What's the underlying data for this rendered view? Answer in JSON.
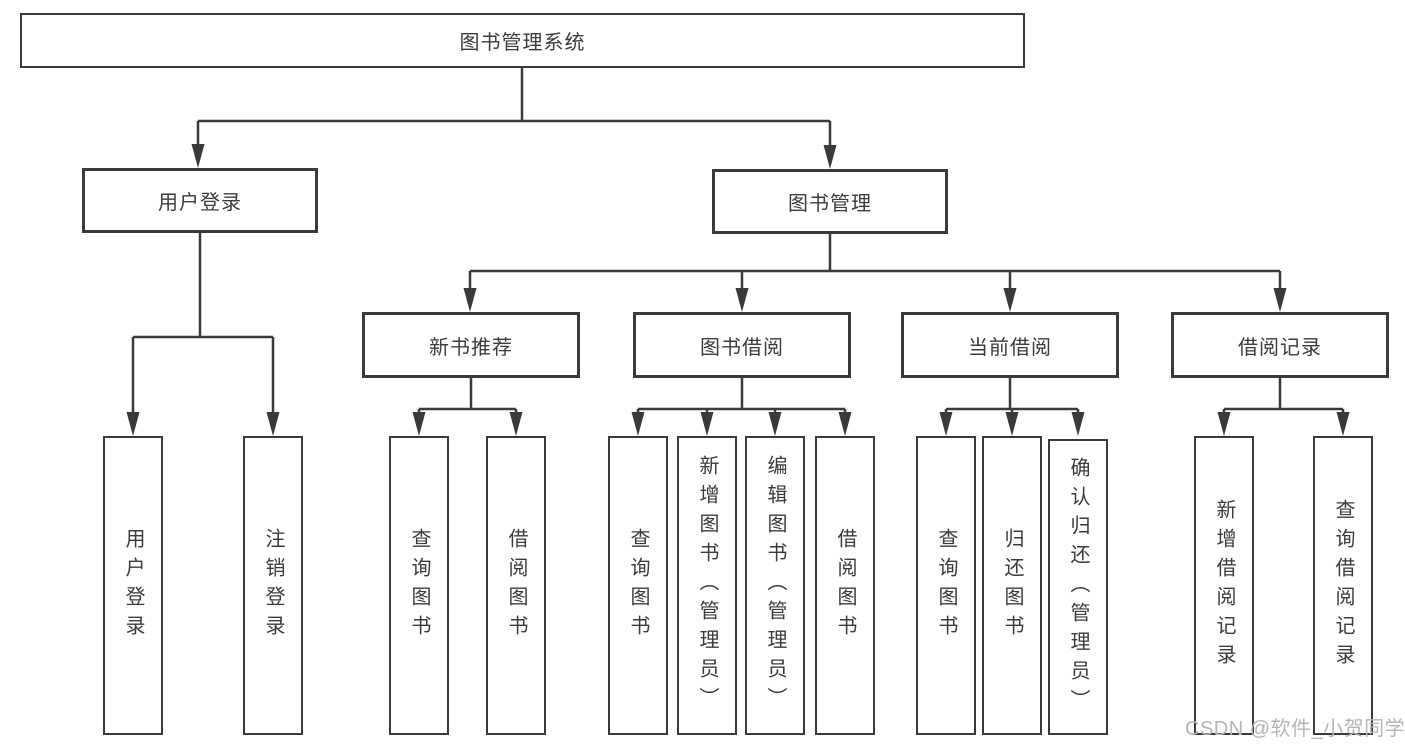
{
  "diagram": {
    "type": "hierarchy-tree",
    "colors": {
      "line": "#3a3a3a",
      "text": "#3b3b3b",
      "box_fill": "#ffffff",
      "watermark": "#b5b5b5",
      "background": "#ffffff"
    }
  },
  "tree": {
    "root": {
      "label": "图书管理系统"
    },
    "branches": [
      {
        "label": "用户登录",
        "children": [
          {
            "label": "用户登录"
          },
          {
            "label": "注销登录"
          }
        ]
      },
      {
        "label": "图书管理",
        "children": [
          {
            "label": "新书推荐",
            "children": [
              {
                "label": "查询图书"
              },
              {
                "label": "借阅图书"
              }
            ]
          },
          {
            "label": "图书借阅",
            "children": [
              {
                "label": "查询图书"
              },
              {
                "label": "新增图书（管理员）"
              },
              {
                "label": "编辑图书（管理员）"
              },
              {
                "label": "借阅图书"
              }
            ]
          },
          {
            "label": "当前借阅",
            "children": [
              {
                "label": "查询图书"
              },
              {
                "label": "归还图书"
              },
              {
                "label": "确认归还（管理员）"
              }
            ]
          },
          {
            "label": "借阅记录",
            "children": [
              {
                "label": "新增借阅记录"
              },
              {
                "label": "查询借阅记录"
              }
            ]
          }
        ]
      }
    ]
  },
  "watermark": {
    "text": "CSDN @软件_小贺同学"
  }
}
